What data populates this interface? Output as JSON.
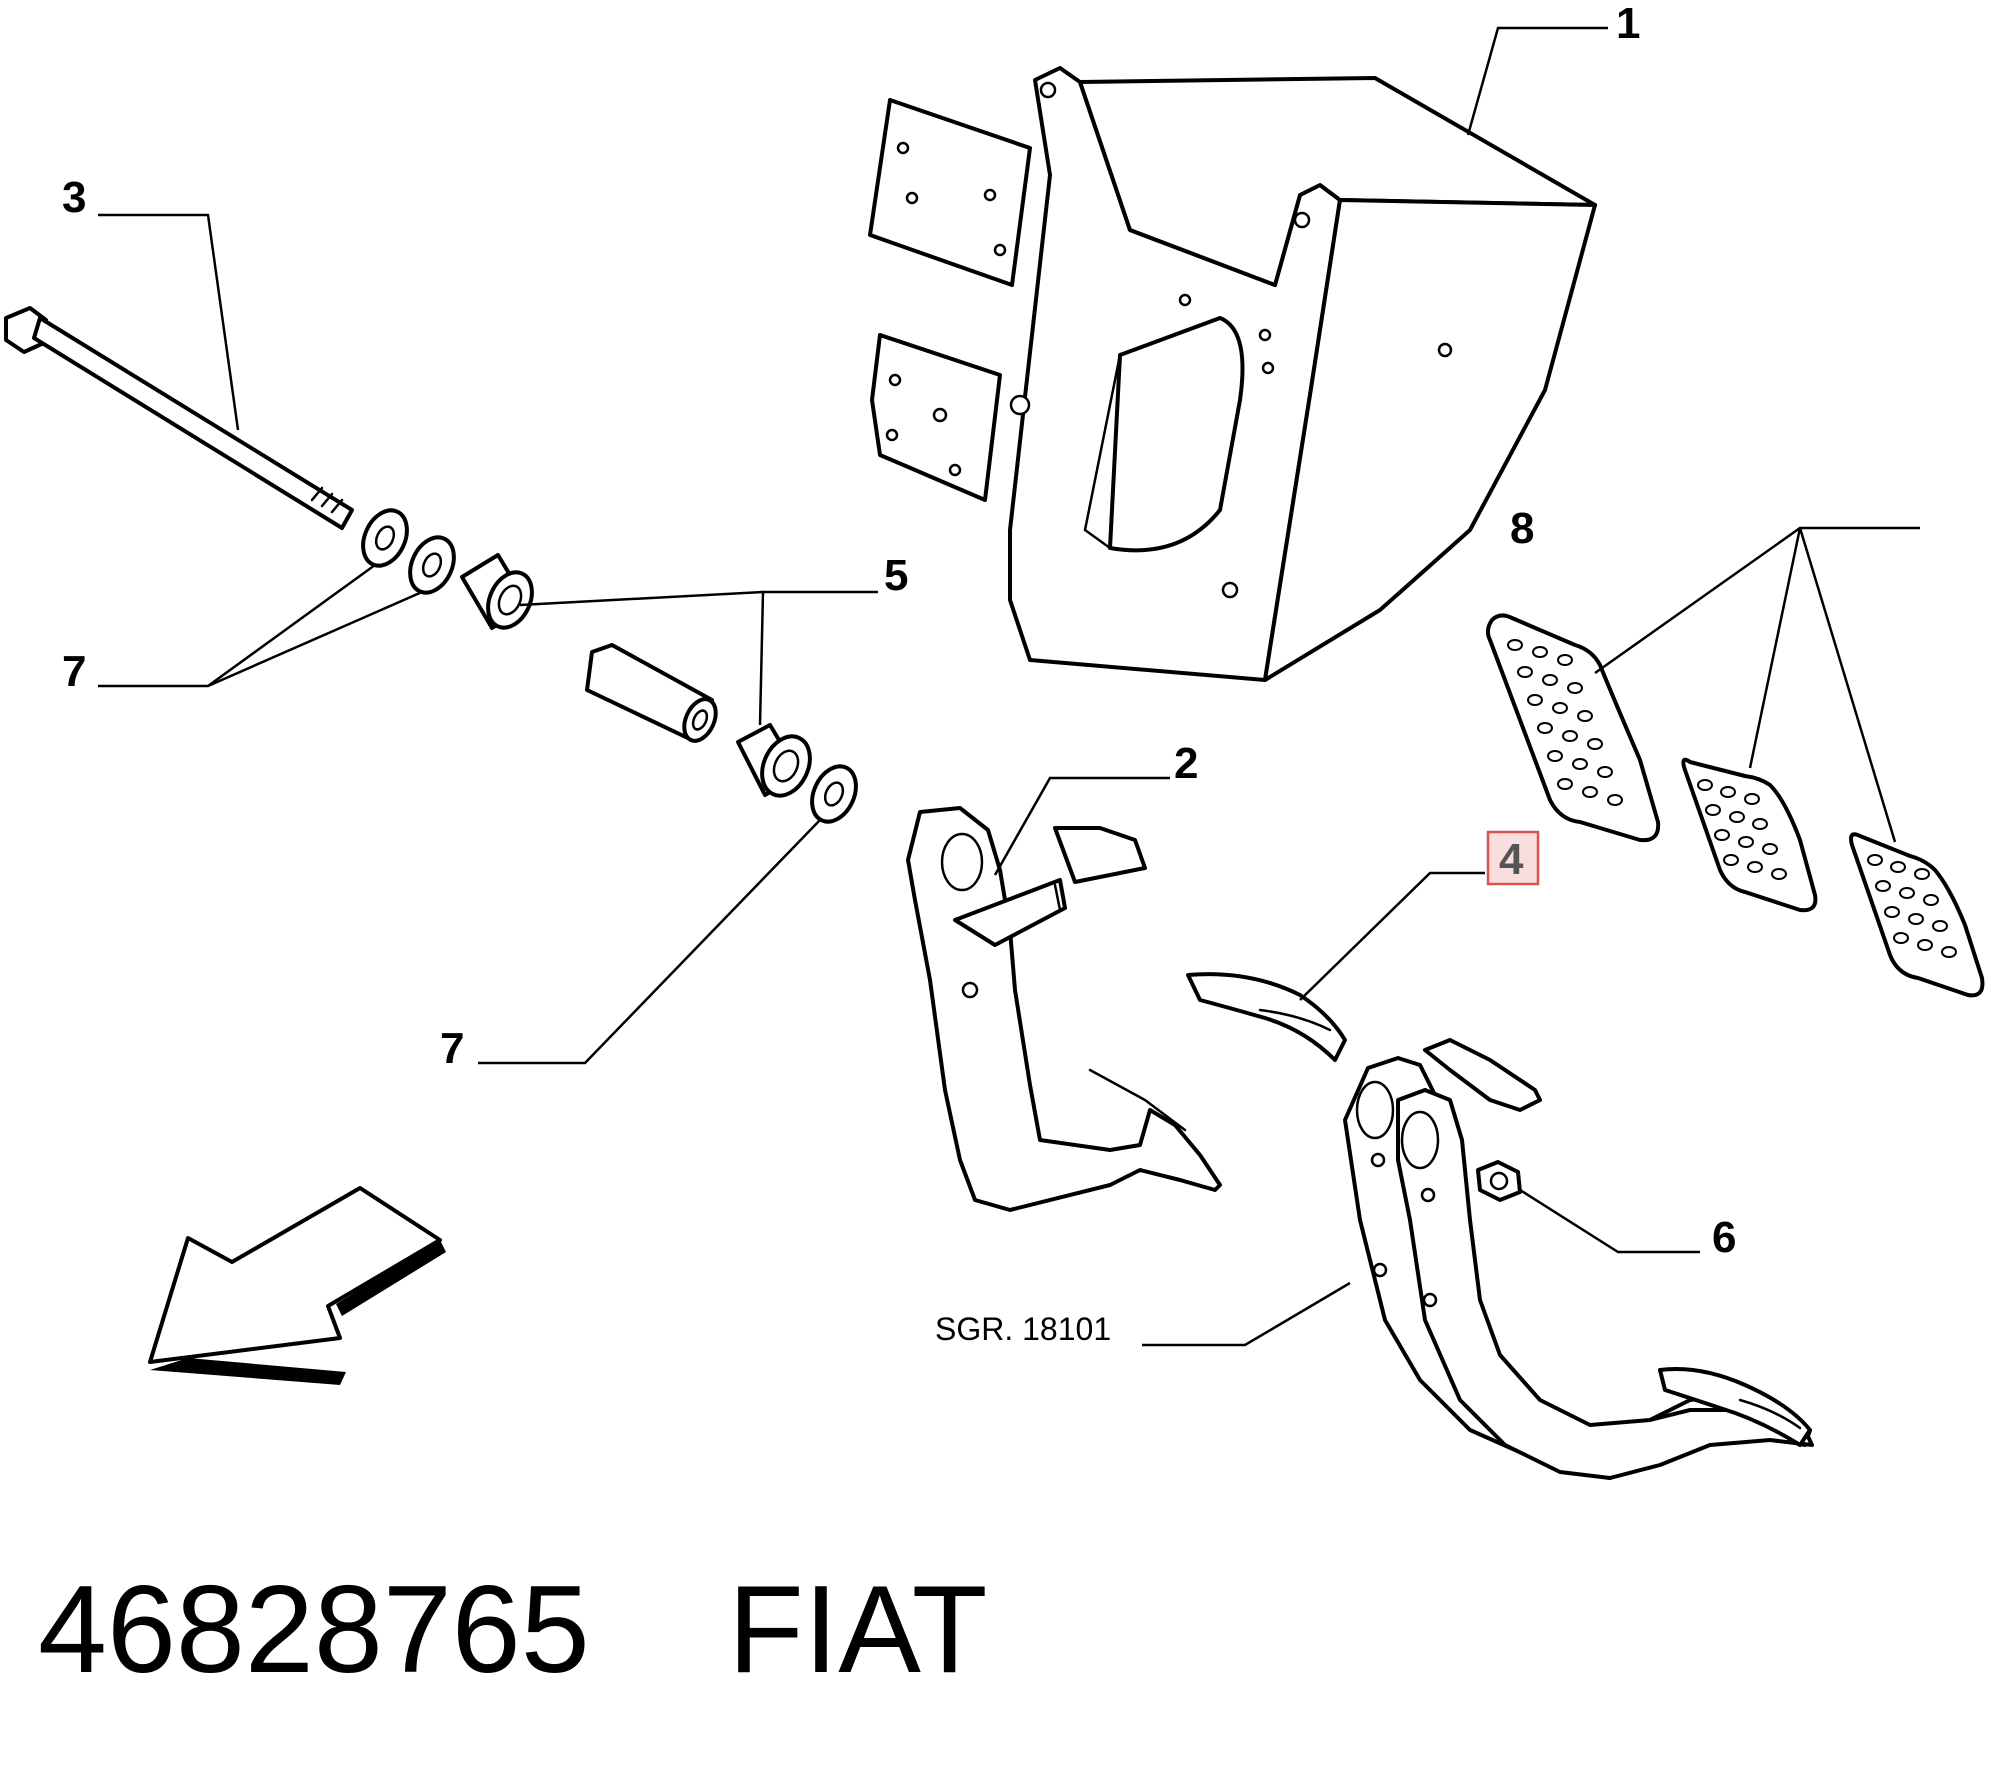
{
  "callouts": {
    "c1": "1",
    "c2": "2",
    "c3": "3",
    "c4": "4",
    "c5": "5",
    "c6": "6",
    "c7a": "7",
    "c7b": "7",
    "c8": "8"
  },
  "sgr_label": "SGR. 18101",
  "footer": {
    "part_number": "46828765",
    "brand": "FIAT"
  },
  "colors": {
    "line": "#000000",
    "background": "#ffffff",
    "highlight_fill": "#f8dede",
    "highlight_border": "#d9534f"
  }
}
